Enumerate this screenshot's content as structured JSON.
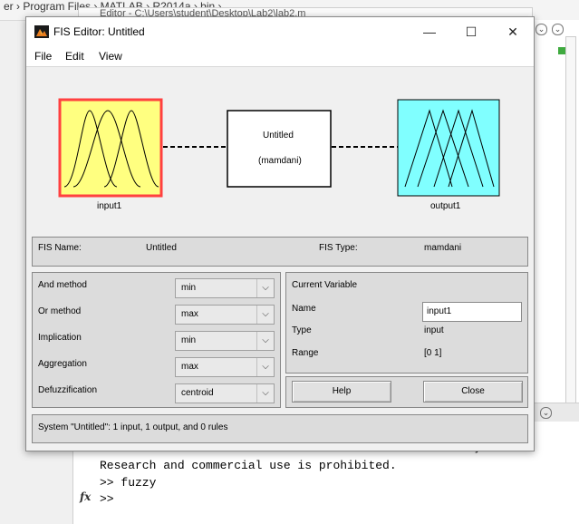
{
  "background": {
    "breadcrumb": "er  ›  Program Files  ›  MATLAB  ›  R2014a  ›  bin  ›",
    "editor_title": "Editor - C:\\Users\\student\\Desktop\\Lab2\\lab2.m",
    "command_lines": [
      "This is a Classroom License for instructional use only.",
      "Research and commercial use is prohibited.",
      ">> fuzzy",
      ">>"
    ],
    "fx_label": "fx"
  },
  "window": {
    "title": "FIS Editor: Untitled",
    "minimize_glyph": "—",
    "maximize_glyph": "☐",
    "close_glyph": "✕"
  },
  "menu": {
    "file": "File",
    "edit": "Edit",
    "view": "View"
  },
  "diagram": {
    "input_label": "input1",
    "output_label": "output1",
    "system_name": "Untitled",
    "system_type": "(mamdani)",
    "colors": {
      "input": "#ffff80",
      "input_border": "#ff4040",
      "output": "#80ffff"
    }
  },
  "fis_info": {
    "name_label": "FIS Name:",
    "name_value": "Untitled",
    "type_label": "FIS Type:",
    "type_value": "mamdani"
  },
  "methods": [
    {
      "label": "And method",
      "value": "min"
    },
    {
      "label": "Or method",
      "value": "max"
    },
    {
      "label": "Implication",
      "value": "min"
    },
    {
      "label": "Aggregation",
      "value": "max"
    },
    {
      "label": "Defuzzification",
      "value": "centroid"
    }
  ],
  "current_variable": {
    "header": "Current Variable",
    "name_label": "Name",
    "name_value": "input1",
    "type_label": "Type",
    "type_value": "input",
    "range_label": "Range",
    "range_value": "[0 1]"
  },
  "buttons": {
    "help": "Help",
    "close": "Close"
  },
  "status": "System \"Untitled\": 1 input, 1 output, and 0 rules",
  "icons": {
    "dropdown_arrow": "⌵"
  }
}
